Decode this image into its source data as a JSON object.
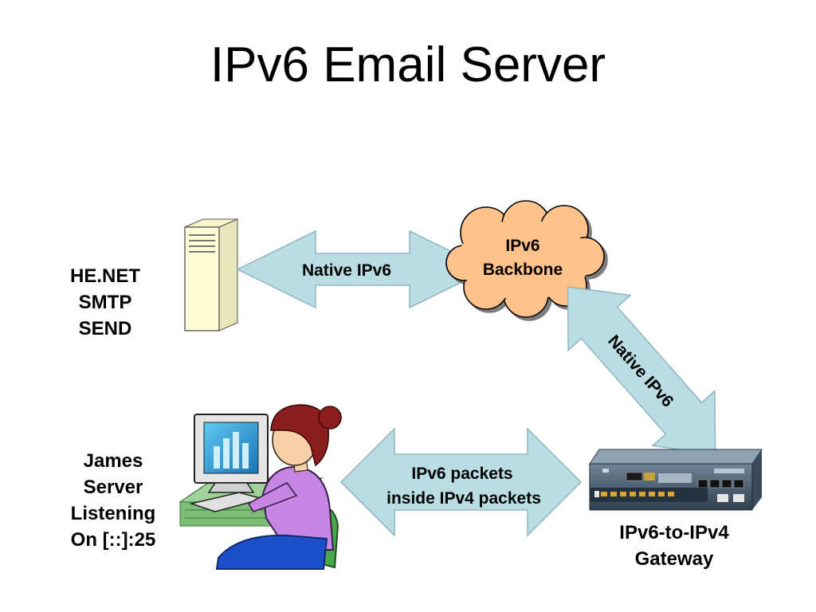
{
  "title": "IPv6 Email Server",
  "smtp_label": [
    "HE.NET",
    "SMTP",
    "SEND"
  ],
  "james_label": [
    "James",
    "Server",
    "Listening",
    "On [::]:25"
  ],
  "gateway_label": [
    "IPv6-to-IPv4",
    "Gateway"
  ],
  "cloud_label": [
    "IPv6",
    "Backbone"
  ],
  "arrows": {
    "top": "Native IPv6",
    "diagonal": "Native IPv6",
    "bottom": [
      "IPv6 packets",
      "inside IPv4 packets"
    ]
  },
  "colors": {
    "arrow_fill": "#b9dde3",
    "arrow_stroke": "#8fb6c0",
    "cloud_fill": "#ffc28a",
    "server_fill": "#fffdd5"
  },
  "icons": [
    "server-tower-icon",
    "cloud-icon",
    "router-icon",
    "person-at-computer-icon"
  ]
}
